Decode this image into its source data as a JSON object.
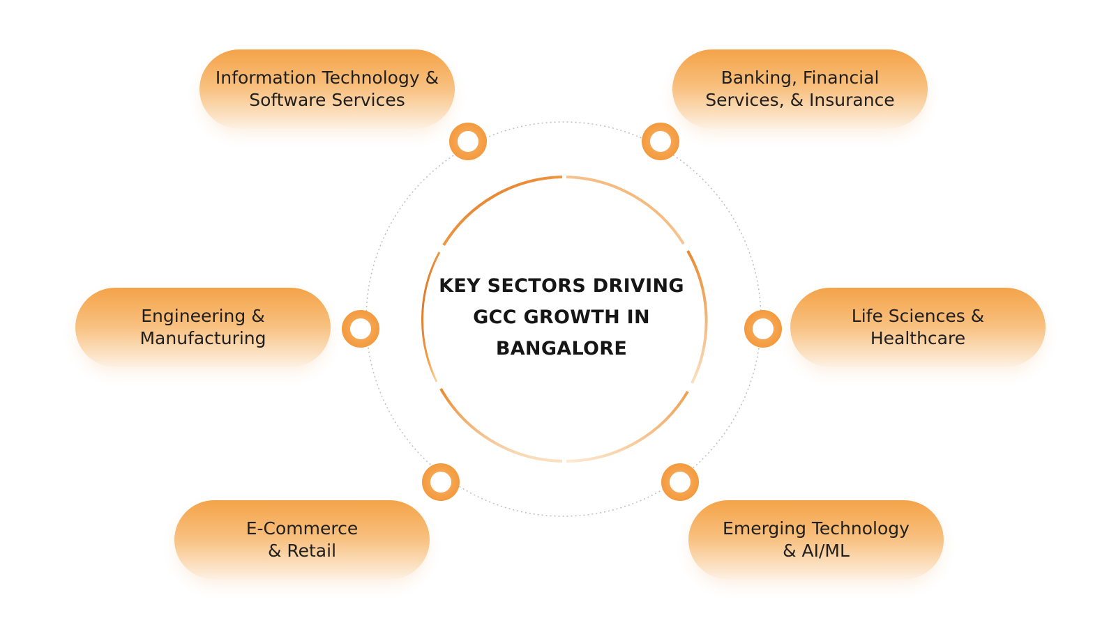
{
  "diagram": {
    "center_title": "KEY SECTORS DRIVING\nGCC GROWTH IN\nBANGALORE",
    "colors": {
      "accent": "#f39a3d",
      "accent_dark": "#e07a20",
      "dotted_ring": "#bdbdbd",
      "text": "#1a1a1a"
    },
    "sectors": [
      {
        "label": "Information Technology &\nSoftware Services"
      },
      {
        "label": "Banking, Financial\nServices, & Insurance"
      },
      {
        "label": "Engineering &\nManufacturing"
      },
      {
        "label": "Life Sciences &\nHealthcare"
      },
      {
        "label": "E-Commerce\n& Retail"
      },
      {
        "label": "Emerging Technology\n& AI/ML"
      }
    ]
  }
}
